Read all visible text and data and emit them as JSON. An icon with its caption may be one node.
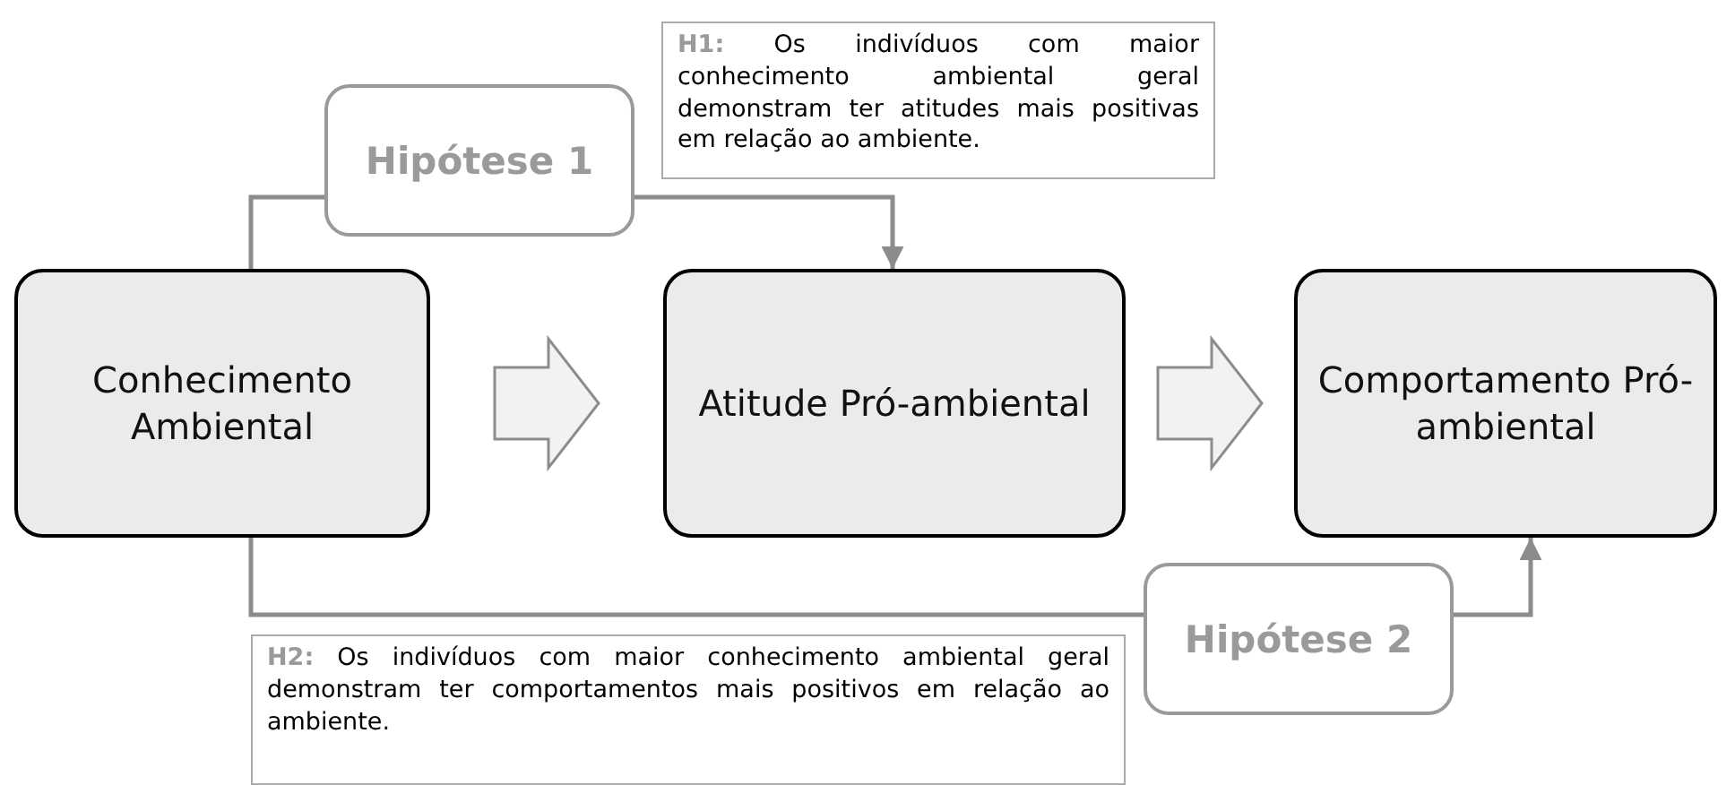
{
  "diagram": {
    "nodes": [
      {
        "text": [
          "Conhecimento Ambiental"
        ]
      },
      {
        "text": [
          "Atitude Pró-ambiental"
        ]
      },
      {
        "text": [
          "Comportamento Pró-ambiental"
        ]
      },
      {
        "text": [
          "Hipótese 1"
        ]
      },
      {
        "text": [
          "Hipótese 2"
        ]
      },
      {
        "text": [
          "**H1:** Os indivíduos com maior conhecimento ambiental geral demonstram ter atitudes mais positivas em relação ao ambiente."
        ]
      },
      {
        "text": [
          "**H2:** Os indivíduos com maior conhecimento ambiental geral demonstram ter comportamentos mais positivos em relação ao ambiente."
        ]
      }
    ],
    "edges": [
      {
        "from": 0,
        "to": 1,
        "arrow": "to",
        "style": "thick"
      },
      {
        "from": 1,
        "to": 2,
        "arrow": "to",
        "style": "thick"
      },
      {
        "from": 0,
        "to": 3,
        "arrow": "none"
      },
      {
        "from": 3,
        "to": 1,
        "arrow": "to"
      },
      {
        "from": 0,
        "to": 4,
        "arrow": "none"
      },
      {
        "from": 4,
        "to": 2,
        "arrow": "to"
      }
    ]
  }
}
